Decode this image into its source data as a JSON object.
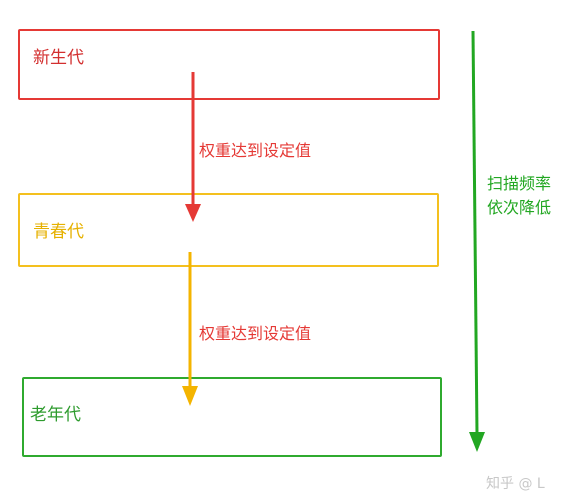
{
  "colors": {
    "young": "#e53935",
    "survivor": "#f4c01e",
    "survivor_text": "#e6b100",
    "old": "#2faa2f",
    "scan": "#22a722",
    "label_text": "#e53935",
    "watermark": "#c8c8c8"
  },
  "generations": {
    "young": {
      "label": "新生代"
    },
    "survivor": {
      "label": "青春代"
    },
    "old": {
      "label": "老年代"
    }
  },
  "transitions": {
    "young_to_survivor": {
      "label": "权重达到设定值"
    },
    "survivor_to_old": {
      "label": "权重达到设定值"
    }
  },
  "scan_axis": {
    "line1": "扫描频率",
    "line2": "依次降低"
  },
  "watermark": "知乎 @ L"
}
